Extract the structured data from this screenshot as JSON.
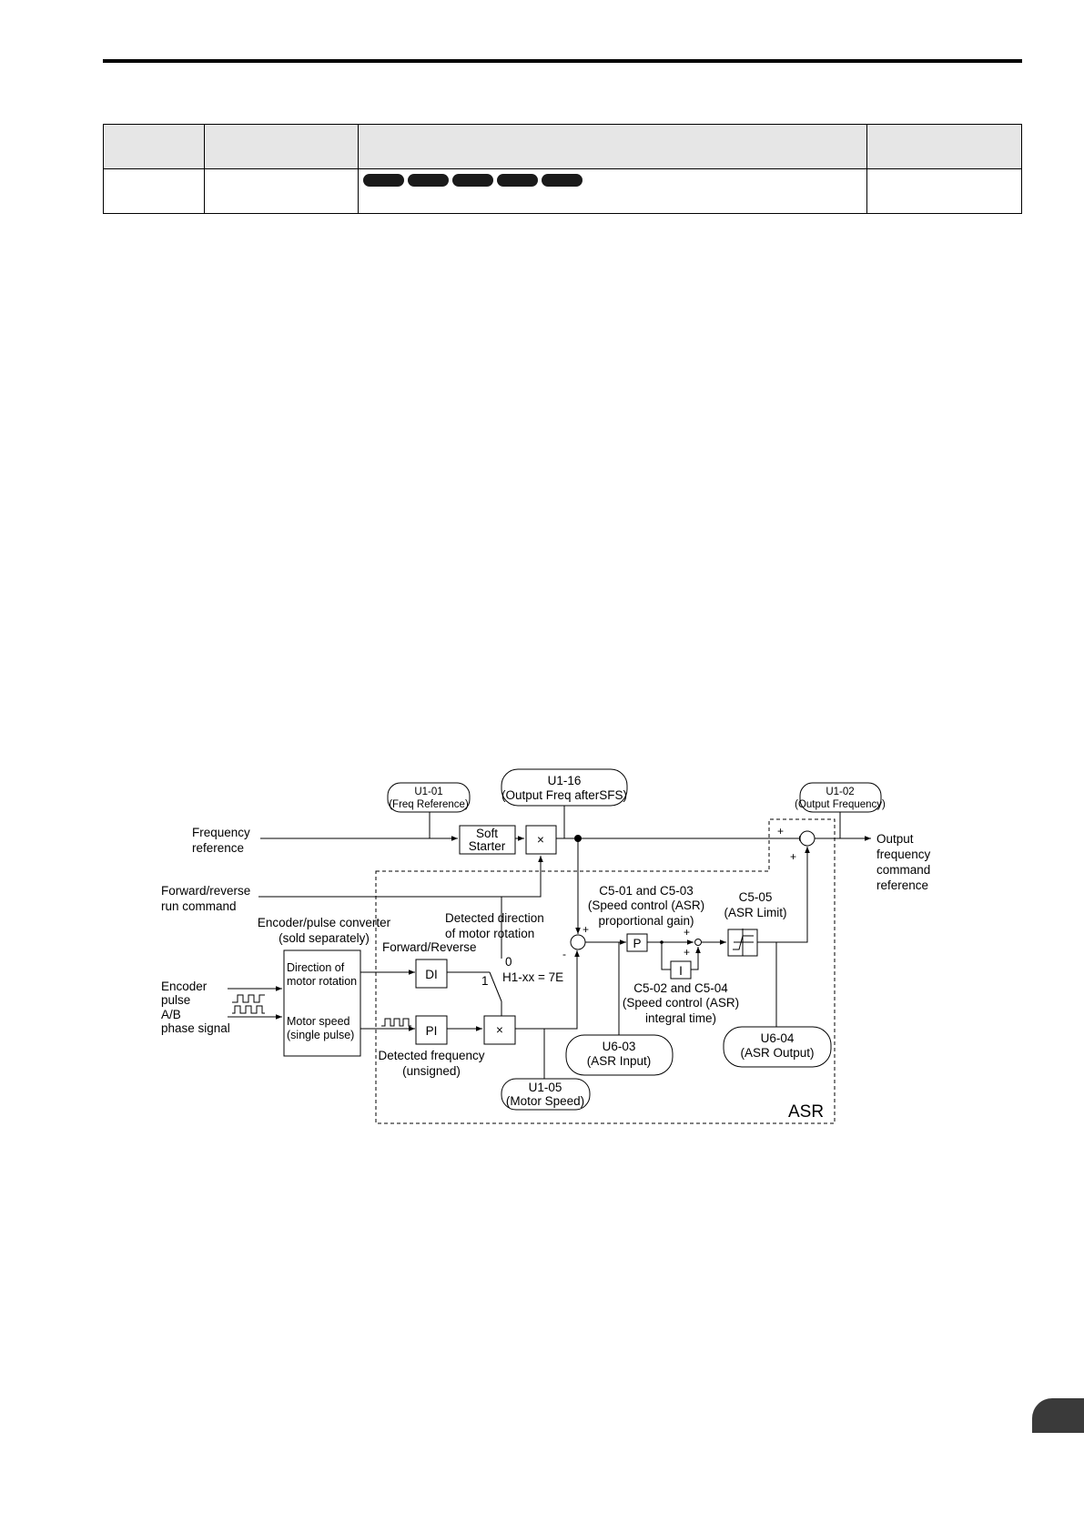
{
  "labels": {
    "freq_ref": [
      "Frequency",
      "reference"
    ],
    "fwd_rev_cmd": [
      "Forward/reverse",
      "run command"
    ],
    "encoder_converter": [
      "Encoder/pulse converter",
      "(sold separately)"
    ],
    "encoder_pulse": [
      "Encoder",
      "pulse"
    ],
    "ab_phase": [
      "A/B",
      "phase signal"
    ],
    "dir_motor_rotation": [
      "Direction of",
      "motor rotation"
    ],
    "motor_speed_single": [
      "Motor speed",
      "(single pulse)"
    ],
    "forward_reverse": "Forward/Reverse",
    "detected_direction": [
      "Detected direction",
      "of motor rotation"
    ],
    "switch_0": "0",
    "switch_1": "1",
    "h1_setting": "H1-xx = 7E",
    "detected_frequency": [
      "Detected frequency",
      "(unsigned)"
    ],
    "soft_starter": [
      "Soft",
      "Starter"
    ],
    "mult": "×",
    "di": "DI",
    "pi": "PI",
    "p": "P",
    "i": "I",
    "c5_prop": [
      "C5-01 and C5-03",
      "(Speed control (ASR)",
      "proportional gain)"
    ],
    "c5_integral": [
      "C5-02 and C5-04",
      "(Speed control (ASR)",
      "integral time)"
    ],
    "c5_limit": [
      "C5-05",
      "(ASR Limit)"
    ],
    "output_ref": [
      "Output",
      "frequency",
      "command",
      "reference"
    ],
    "asr": "ASR",
    "plus": "+",
    "minus": "-"
  },
  "monitors": {
    "u1_01": [
      "U1-01",
      "(Freq Reference)"
    ],
    "u1_16": [
      "U1-16",
      "(Output Freq afterSFS)"
    ],
    "u1_02": [
      "U1-02",
      "(Output Frequency)"
    ],
    "u6_03": [
      "U6-03",
      "(ASR Input)"
    ],
    "u6_04": [
      "U6-04",
      "(ASR Output)"
    ],
    "u1_05": [
      "U1-05",
      "(Motor Speed)"
    ]
  }
}
